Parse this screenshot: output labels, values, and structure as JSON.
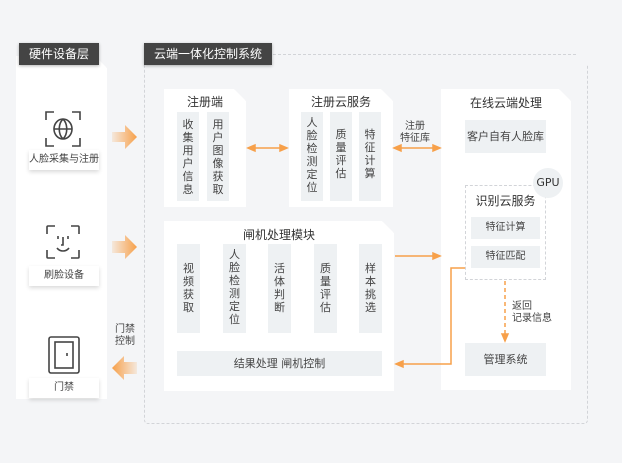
{
  "hardware_layer": {
    "title": "硬件设备层",
    "devices": [
      {
        "label": "人脸采集与注册",
        "icon": "face-scan-globe-icon"
      },
      {
        "label": "刷脸设备",
        "icon": "face-smile-scan-icon"
      },
      {
        "label": "门禁",
        "icon": "door-icon"
      }
    ]
  },
  "cloud_system": {
    "title": "云端一体化控制系统",
    "register_client": {
      "title": "注册端",
      "columns": [
        "收集用户信息",
        "用户图像获取"
      ]
    },
    "register_cloud": {
      "title": "注册云服务",
      "columns": [
        "人脸检测定位",
        "质量评估",
        "特征计算"
      ]
    },
    "gate_module": {
      "title": "闸机处理模块",
      "columns": [
        "视频获取",
        "人脸检测定位",
        "活体判断",
        "质量评估",
        "样本挑选"
      ],
      "bottom_bar": "结果处理 闸机控制"
    },
    "online_cloud": {
      "title": "在线云端处理",
      "customer_db": "客户自有人脸库",
      "gpu_badge": "GPU",
      "recognition": {
        "title": "识别云服务",
        "items": [
          "特征计算",
          "特征匹配"
        ]
      },
      "management": "管理系统"
    }
  },
  "connector_labels": {
    "register_feature_db": [
      "注册",
      "特征库"
    ],
    "return_record": [
      "返回",
      "记录信息"
    ],
    "door_control": [
      "门禁",
      "控制"
    ]
  },
  "colors": {
    "accent": "#f7a04a",
    "tag_bg": "#444444",
    "column_bg": "#eef1f3"
  }
}
